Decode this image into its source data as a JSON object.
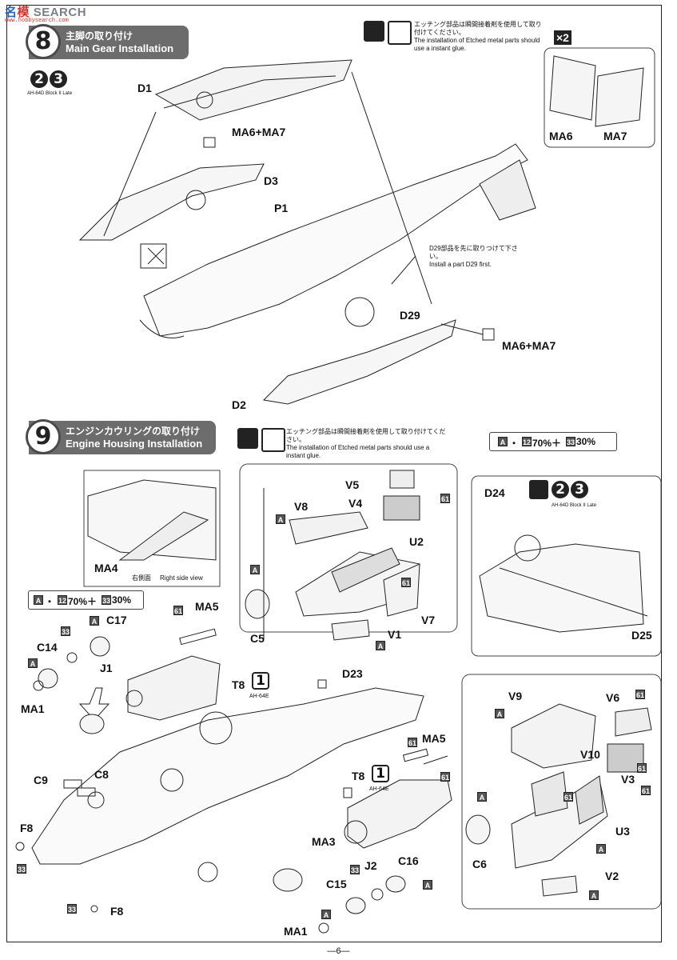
{
  "watermark": {
    "a": "名",
    "b": "模",
    "c": " SEARCH",
    "url": "www.hobbysearch.com"
  },
  "step8": {
    "number": "8",
    "title_jp": "主脚の取り付け",
    "title_en": "Main Gear Installation",
    "badges": [
      "2",
      "3"
    ],
    "badge_caption": "AH-64D Block II Late",
    "glue_note_jp": "エッチング部品は瞬間接着剤を使用して取り付けてください。",
    "glue_note_en": "The installation of Etched metal parts should use a instant glue.",
    "parts_first_jp": "D29部品を先に取りつけて下さい。",
    "parts_first_en": "Install a part D29 first.",
    "labels": {
      "d1": "D1",
      "ma67a": "MA6+MA7",
      "d3": "D3",
      "p1": "P1",
      "d29": "D29",
      "ma67b": "MA6+MA7",
      "d2": "D2"
    },
    "inset": {
      "qty": "×2",
      "ma6": "MA6",
      "ma7": "MA7"
    }
  },
  "step9": {
    "number": "9",
    "title_jp": "エンジンカウリングの取り付け",
    "title_en": "Engine Housing Installation",
    "glue_note_jp": "エッチング部品は瞬間接着剤を使用して取り付けてください。",
    "glue_note_en": "The installation of Etched metal parts should use a instant glue.",
    "mix": {
      "a": "A",
      "p12": "12",
      "t1": "70%＋",
      "p33": "33",
      "t2": "30%"
    },
    "side": {
      "ma4": "MA4",
      "caption_jp": "右側面",
      "caption_en": "Right side view"
    },
    "labels": {
      "v5": "V5",
      "v8": "V8",
      "v4": "V4",
      "u2": "U2",
      "v7": "V7",
      "v1": "V1",
      "c5": "C5",
      "d24": "D24",
      "d25": "D25",
      "ma5a": "MA5",
      "c17": "C17",
      "c14": "C14",
      "j1": "J1",
      "ma1a": "MA1",
      "t8a": "T8",
      "d23": "D23",
      "c9": "C9",
      "c8": "C8",
      "f8a": "F8",
      "f8b": "F8",
      "ma5b": "MA5",
      "t8b": "T8",
      "ma3": "MA3",
      "c15": "C15",
      "j2": "J2",
      "c16": "C16",
      "ma1b": "MA1",
      "v9": "V9",
      "v6": "V6",
      "v10": "V10",
      "v3": "V3",
      "u3": "U3",
      "c6": "C6",
      "v2": "V2"
    },
    "badge_one": "1",
    "badge_one_caption": "AH-64E",
    "badge_caption": "AH-64D Block II Late",
    "badges": [
      "2",
      "3"
    ],
    "color_tags": {
      "a": "A",
      "c61": "61",
      "c33": "33"
    }
  },
  "page": {
    "number": "—6—"
  }
}
